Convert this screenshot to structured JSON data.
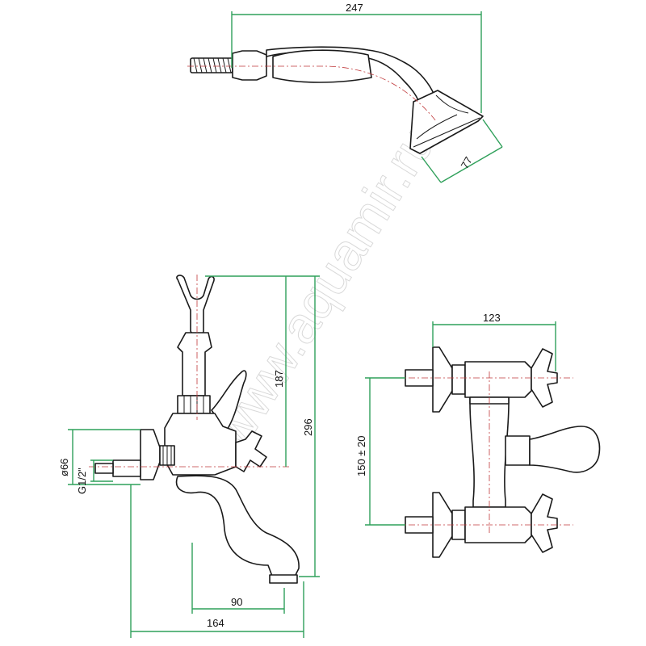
{
  "watermark": "www.aquamir.ru",
  "dimensions": {
    "shower_length": "247",
    "shower_head_diameter": "77",
    "holder_height": "187",
    "total_height": "296",
    "flange_diameter": "ø66",
    "thread": "G1/2\"",
    "spout_reach": "90",
    "total_depth": "164",
    "body_width": "123",
    "center_distance": "150 ± 20"
  }
}
